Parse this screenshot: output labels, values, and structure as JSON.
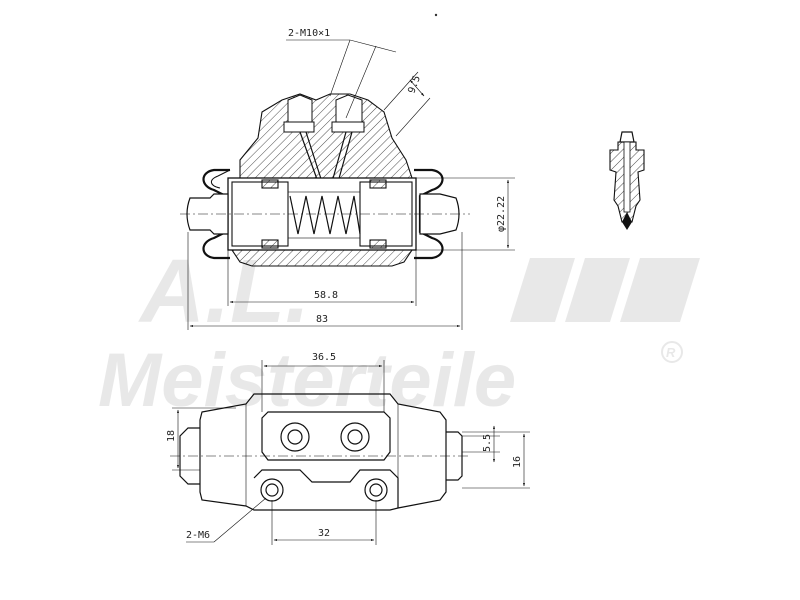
{
  "watermark": {
    "brand_line1": "A.L.",
    "brand_line2": "Meisterteile",
    "registered_mark": "R"
  },
  "dimensions": {
    "thread_ports": "2-M10×1",
    "port_offset": "9.5",
    "bore_diameter": "φ22.22",
    "inner_length": "58.8",
    "overall_length": "83",
    "bolt_spacing_top": "36.5",
    "body_height": "18",
    "nipple_offset": "5.5",
    "nipple_height": "16",
    "mount_thread": "2-M6",
    "bolt_spacing_bottom": "32"
  },
  "views": [
    "section-view",
    "bottom-view",
    "bleed-valve-view"
  ]
}
